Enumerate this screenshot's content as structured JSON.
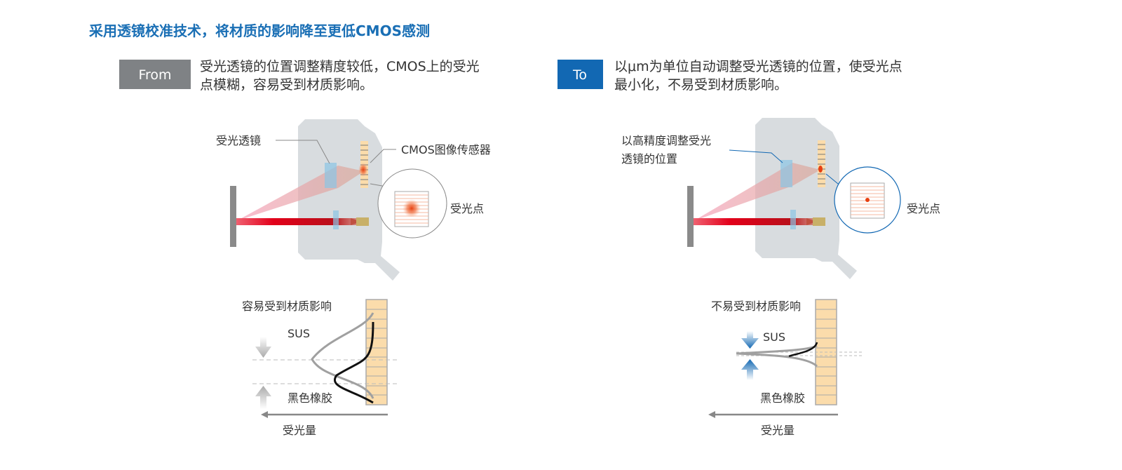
{
  "title": "采用透镜校准技术，将材质的影响降至更低CMOS感测",
  "colors": {
    "accent": "#1a6fb5",
    "from_badge": "#7f8285",
    "to_badge": "#1268b3",
    "laser": "#e2001a"
  },
  "from": {
    "badge": "From",
    "desc_line1": "受光透镜的位置调整精度较低，CMOS上的受光",
    "desc_line2": "点模糊，容易受到材质影响。",
    "lens_label": "受光透镜",
    "cmos_label": "CMOS图像传感器",
    "spot_label": "受光点",
    "graph_title": "容易受到材质影响",
    "sus_label": "SUS",
    "rubber_label": "黑色橡胶",
    "axis_label": "受光量"
  },
  "to": {
    "badge": "To",
    "desc_line1": "以μm为单位自动调整受光透镜的位置，使受光点",
    "desc_line2": "最小化，不易受到材质影响。",
    "lens_label_line1": "以高精度调整受光",
    "lens_label_line2": "透镜的位置",
    "spot_label": "受光点",
    "graph_title": "不易受到材质影响",
    "sus_label": "SUS",
    "rubber_label": "黑色橡胶",
    "axis_label": "受光量"
  }
}
